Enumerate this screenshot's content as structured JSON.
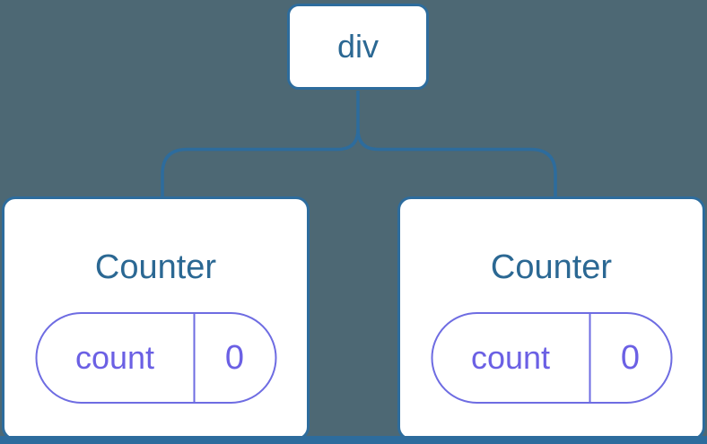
{
  "colors": {
    "bg": "#4d6874",
    "line": "#2d6c9d",
    "node-text": "#2b6893",
    "pill-line": "#6e6ce2",
    "pill-text": "#6b60e4"
  },
  "tree": {
    "root": {
      "label": "div"
    },
    "children": [
      {
        "title": "Counter",
        "state": {
          "key": "count",
          "value": "0"
        }
      },
      {
        "title": "Counter",
        "state": {
          "key": "count",
          "value": "0"
        }
      }
    ]
  }
}
